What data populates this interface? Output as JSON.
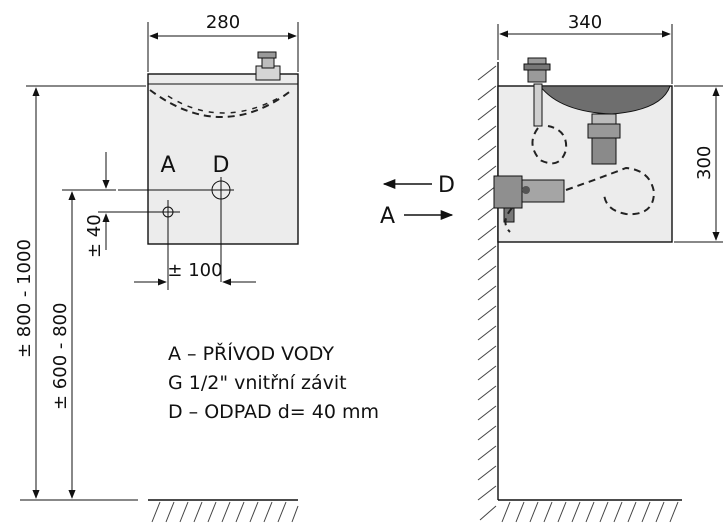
{
  "front_view": {
    "width_dim": "280",
    "dim_100": "± 100",
    "dim_40": "± 40",
    "dim_800_1000": "± 800 - 1000",
    "dim_600_800": "± 600 - 800",
    "label_a": "A",
    "label_d": "D"
  },
  "side_view": {
    "width_dim": "340",
    "height_dim": "300",
    "label_d": "D",
    "label_a": "A"
  },
  "legend": {
    "line1": "A – PŘÍVOD VODY",
    "line2": "G 1/2\" vnitřní závit",
    "line3": "D – ODPAD d= 40 mm"
  },
  "colors": {
    "cabinet_fill": "#ececec",
    "line": "#111111"
  }
}
